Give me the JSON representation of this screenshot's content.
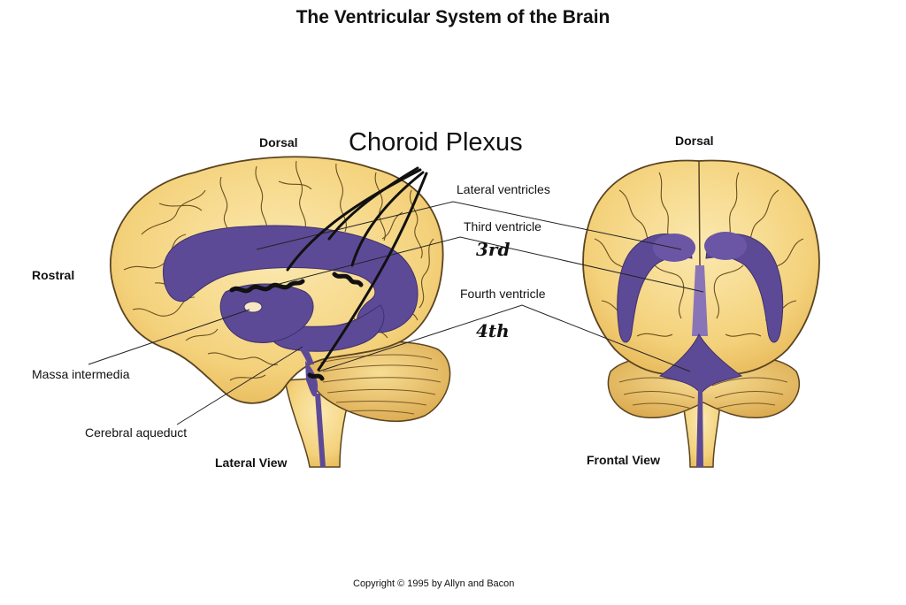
{
  "title": "The Ventricular System of the Brain",
  "orientation": {
    "dorsal_left": "Dorsal",
    "dorsal_right": "Dorsal",
    "rostral": "Rostral"
  },
  "annotation": {
    "choroid_plexus": "Choroid Plexus",
    "third_handwritten": "3rd",
    "fourth_handwritten": "4th"
  },
  "labels": {
    "lateral_ventricles": "Lateral ventricles",
    "third_ventricle": "Third ventricle",
    "fourth_ventricle": "Fourth ventricle",
    "massa_intermedia": "Massa intermedia",
    "cerebral_aqueduct": "Cerebral aqueduct"
  },
  "views": {
    "lateral": "Lateral View",
    "frontal": "Frontal View"
  },
  "copyright": "Copyright © 1995 by Allyn and Bacon",
  "colors": {
    "brain": "#f6d889",
    "brain_outline": "#5a4420",
    "ventricle": "#5d4a96",
    "ventricle_light": "#8a74b8",
    "background": "#ffffff"
  }
}
